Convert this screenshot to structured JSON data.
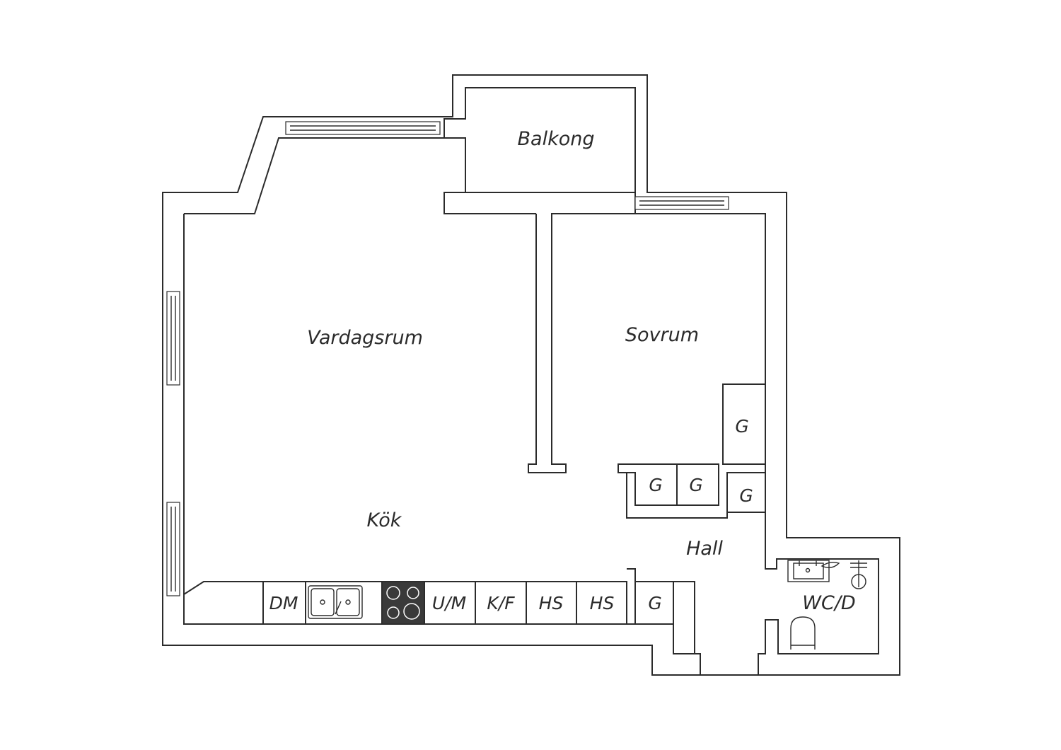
{
  "rooms": {
    "balcony": "Balkong",
    "living": "Vardagsrum",
    "bedroom": "Sovrum",
    "kitchen": "Kök",
    "hall": "Hall",
    "bathroom": "WC/D"
  },
  "kitchen_units": {
    "dishwasher": "DM",
    "oven_microwave": "U/M",
    "fridge_freezer": "K/F",
    "cabinet_1": "HS",
    "cabinet_2": "HS",
    "wardrobe": "G"
  },
  "wardrobes": {
    "bedroom": "G",
    "hall_left": "G",
    "hall_middle": "G",
    "hall_right": "G"
  },
  "colors": {
    "line": "#2b2b2b",
    "stove": "#3a3a3a",
    "background": "#ffffff"
  }
}
